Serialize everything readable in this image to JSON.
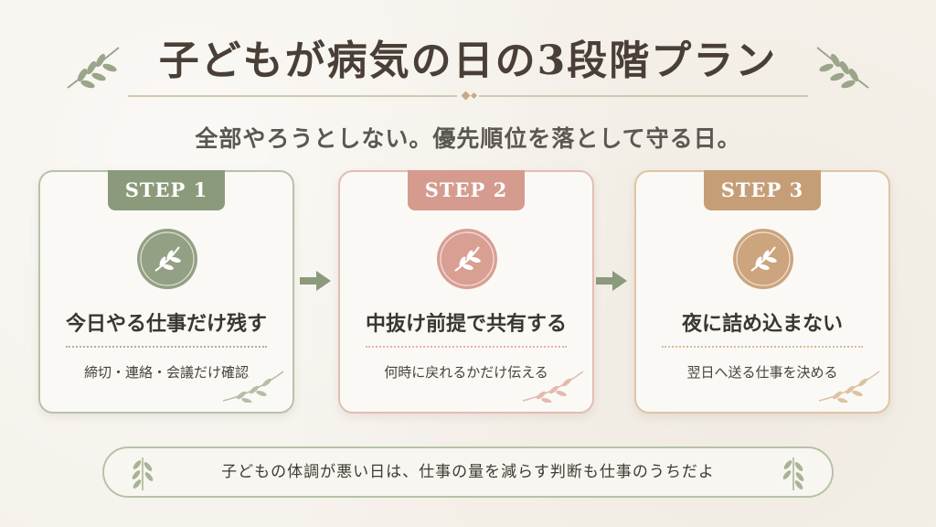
{
  "header": {
    "title": "子どもが病気の日の3段階プラン",
    "subtitle": "全部やろうとしない。優先順位を落として守る日。"
  },
  "steps": [
    {
      "label": "STEP 1",
      "heading": "今日やる仕事だけ残す",
      "description": "締切・連絡・会議だけ確認",
      "color": "#8c9a7c",
      "icon": "leaf-sprig-icon"
    },
    {
      "label": "STEP 2",
      "heading": "中抜け前提で共有する",
      "description": "何時に戻れるかだけ伝える",
      "color": "#d49b8e",
      "icon": "leaf-sprig-icon"
    },
    {
      "label": "STEP 3",
      "heading": "夜に詰め込まない",
      "description": "翌日へ送る仕事を決める",
      "color": "#c59e77",
      "icon": "leaf-sprig-icon"
    }
  ],
  "footer": {
    "message": "子どもの体調が悪い日は、仕事の量を減らす判断も仕事のうちだよ"
  },
  "colors": {
    "background": "#f5f1ea",
    "sage": "#8c9a7c",
    "rose": "#d49b8e",
    "tan": "#c59e77"
  }
}
